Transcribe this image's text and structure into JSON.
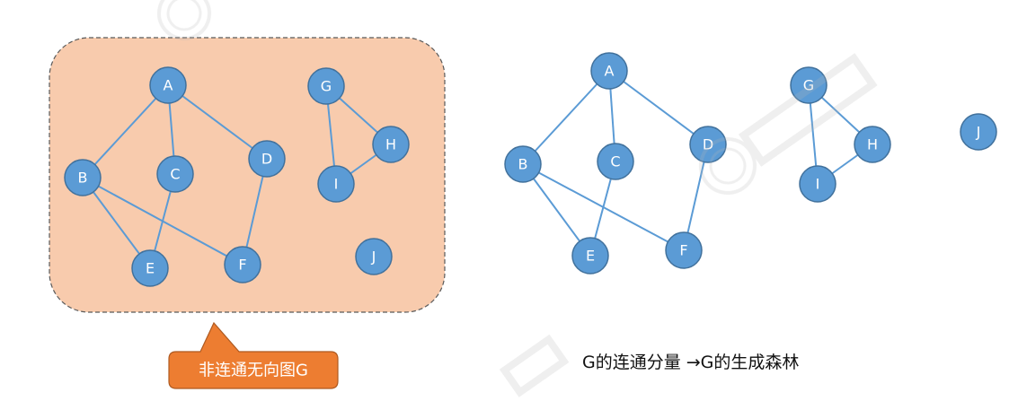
{
  "diagram": {
    "left_graph": {
      "nodes": [
        {
          "id": "A",
          "label": "A"
        },
        {
          "id": "B",
          "label": "B"
        },
        {
          "id": "C",
          "label": "C"
        },
        {
          "id": "D",
          "label": "D"
        },
        {
          "id": "E",
          "label": "E"
        },
        {
          "id": "F",
          "label": "F"
        },
        {
          "id": "G",
          "label": "G"
        },
        {
          "id": "H",
          "label": "H"
        },
        {
          "id": "I",
          "label": "I"
        },
        {
          "id": "J",
          "label": "J"
        }
      ],
      "edges": [
        [
          "A",
          "B"
        ],
        [
          "A",
          "C"
        ],
        [
          "A",
          "D"
        ],
        [
          "B",
          "E"
        ],
        [
          "B",
          "F"
        ],
        [
          "C",
          "E"
        ],
        [
          "D",
          "F"
        ],
        [
          "G",
          "H"
        ],
        [
          "G",
          "I"
        ],
        [
          "H",
          "I"
        ]
      ]
    },
    "right_graph": {
      "nodes": [
        {
          "id": "A",
          "label": "A"
        },
        {
          "id": "B",
          "label": "B"
        },
        {
          "id": "C",
          "label": "C"
        },
        {
          "id": "D",
          "label": "D"
        },
        {
          "id": "E",
          "label": "E"
        },
        {
          "id": "F",
          "label": "F"
        },
        {
          "id": "G",
          "label": "G"
        },
        {
          "id": "H",
          "label": "H"
        },
        {
          "id": "I",
          "label": "I"
        },
        {
          "id": "J",
          "label": "J"
        }
      ],
      "edges": [
        [
          "A",
          "B"
        ],
        [
          "A",
          "C"
        ],
        [
          "A",
          "D"
        ],
        [
          "B",
          "E"
        ],
        [
          "B",
          "F"
        ],
        [
          "C",
          "E"
        ],
        [
          "D",
          "F"
        ],
        [
          "G",
          "H"
        ],
        [
          "G",
          "I"
        ],
        [
          "H",
          "I"
        ]
      ]
    },
    "callout_label": "非连通无向图G",
    "caption": "G的连通分量  →G的生成森林",
    "colors": {
      "node_fill": "#5b9bd5",
      "region_fill": "#f8cbad",
      "callout_fill": "#ed7d31"
    }
  }
}
